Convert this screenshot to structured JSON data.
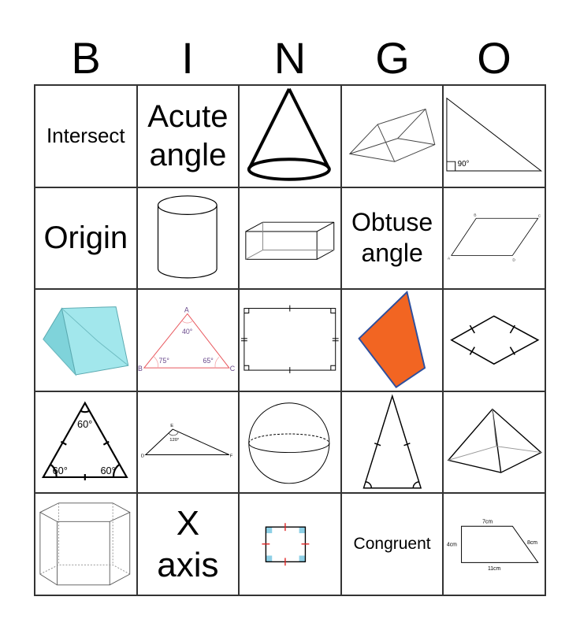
{
  "header": [
    "B",
    "I",
    "N",
    "G",
    "O"
  ],
  "cells": {
    "intersect": "Intersect",
    "acute": [
      "Acute",
      "angle"
    ],
    "right_tri": "90°",
    "origin": "Origin",
    "obtuse": [
      "Obtuse",
      "angle"
    ],
    "parallelogram": {
      "a": "A",
      "b": "B",
      "c": "C",
      "d": "D"
    },
    "abc": {
      "a": "A",
      "b": "B",
      "c": "C",
      "angle_a": "40°",
      "angle_b": "75°",
      "angle_c": "65°"
    },
    "equilateral": {
      "top": "60°",
      "left": "60°",
      "right": "60°"
    },
    "def": {
      "d": "D",
      "e": "E",
      "f": "F",
      "angle_e": "120°"
    },
    "x_axis": [
      "X",
      "axis"
    ],
    "congruent": "Congruent",
    "trapezoid": {
      "top": "7cm",
      "left": "4cm",
      "right": "8cm",
      "bottom": "11cm"
    }
  },
  "colors": {
    "teal": "#9fe5ea",
    "orange": "#f26522",
    "orange_border": "#2d4f9e",
    "red": "#e8585e",
    "purple": "#6a4a8c"
  }
}
